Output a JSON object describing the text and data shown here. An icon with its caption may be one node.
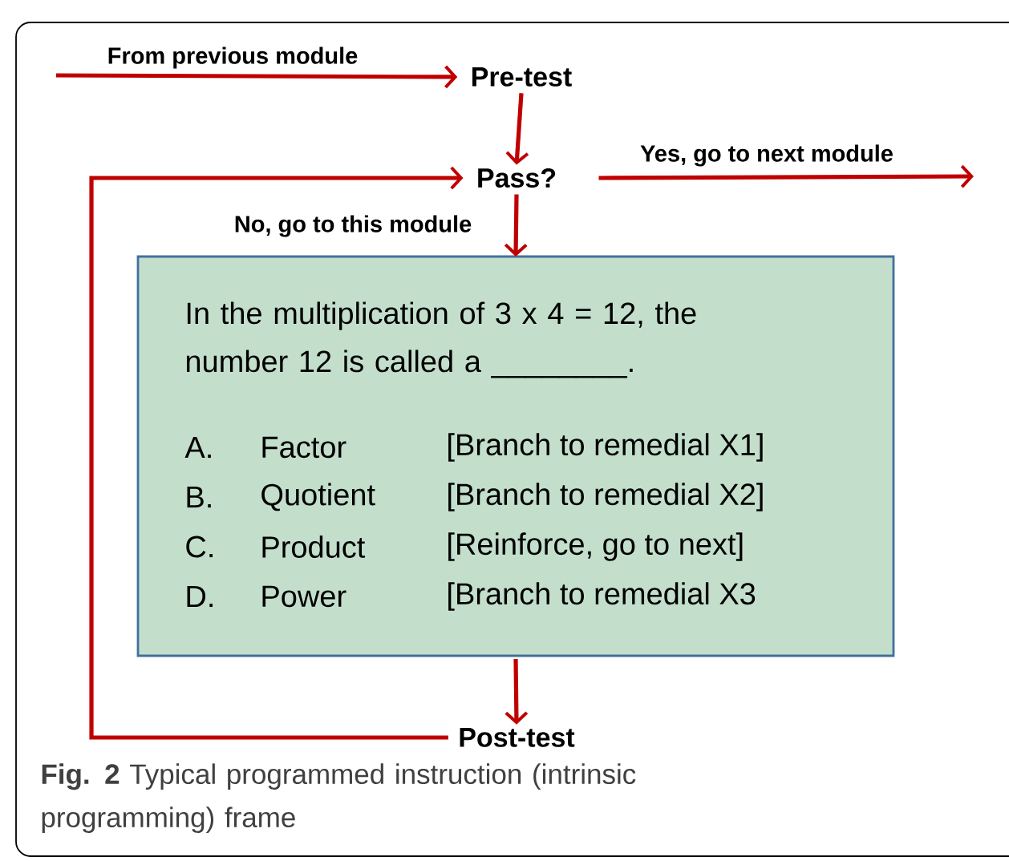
{
  "diagram": {
    "caption": "**Fig. 2** Typical programmed instruction (intrinsic programming) frame",
    "nodes": [
      {
        "text": [
          "Pre-test"
        ]
      },
      {
        "text": [
          "Pass?"
        ]
      },
      {
        "text": [
          "In the multiplication of 3 x 4 = 12, the number 12 is called a ________.",
          "A.",
          "Factor",
          "[Branch to remedial X1]",
          "B.",
          "Quotient",
          "[Branch to remedial X2]",
          "C.",
          "Product",
          "[Reinforce, go to next]",
          "D.",
          "Power",
          "[Branch to remedial X3"
        ]
      },
      {
        "text": [
          "Post-test"
        ]
      }
    ],
    "edges": [
      {
        "from": null,
        "to": 0,
        "arrow": "to",
        "label": "From previous module"
      },
      {
        "from": 0,
        "to": 1,
        "arrow": "to"
      },
      {
        "from": 1,
        "to": null,
        "arrow": "to",
        "label": "Yes, go to next module"
      },
      {
        "from": 1,
        "to": 2,
        "arrow": "to",
        "label": "No, go to this module"
      },
      {
        "from": 2,
        "to": 3,
        "arrow": "to"
      },
      {
        "from": 3,
        "to": 1,
        "arrow": "to"
      }
    ]
  }
}
